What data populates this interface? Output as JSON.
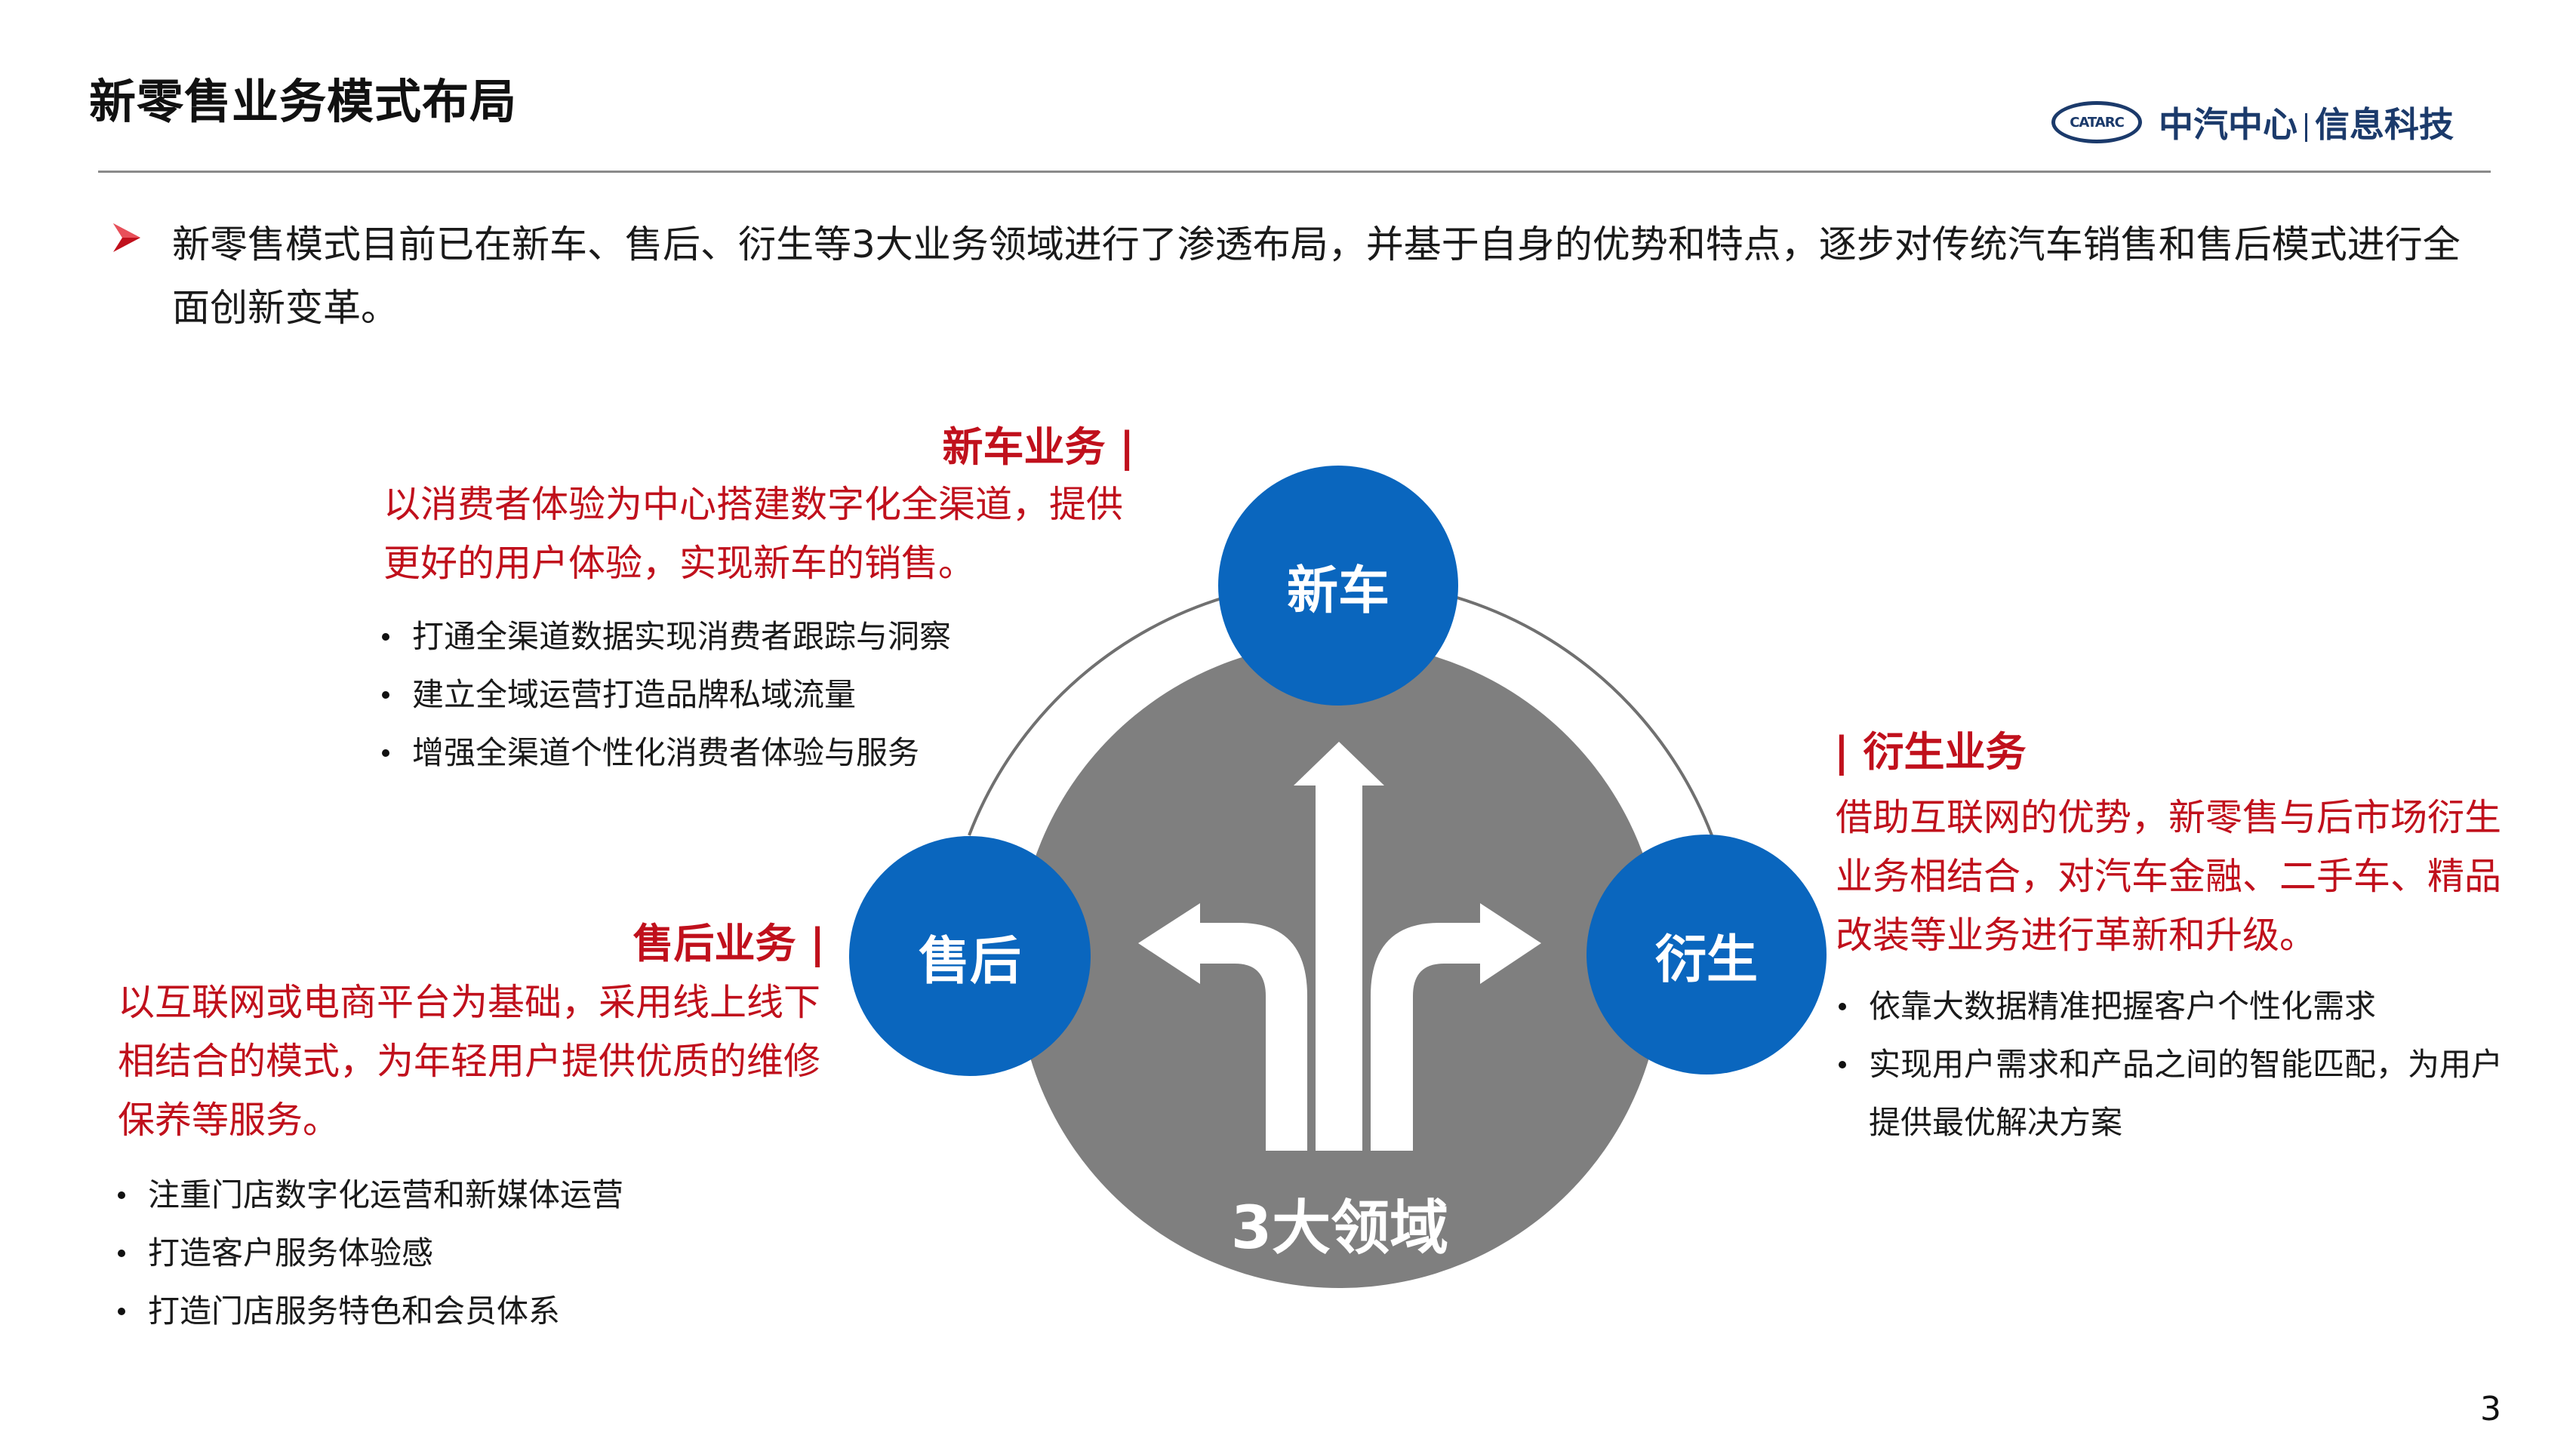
{
  "header": {
    "title": "新零售业务模式布局",
    "logo": {
      "emblem": "CATARC",
      "org": "中汽中心",
      "dept": "信息科技",
      "brand_color": "#1b3a6b"
    }
  },
  "intro": {
    "bullet_icon": "red-arrowhead-icon",
    "text": "新零售模式目前已在新车、售后、衍生等3大业务领域进行了渗透布局，并基于自身的优势和特点，逐步对传统汽车销售和售后模式进行全面创新变革。"
  },
  "diagram": {
    "center_label": "3大领域",
    "nodes": [
      {
        "id": "new-car",
        "label": "新车"
      },
      {
        "id": "after-sales",
        "label": "售后"
      },
      {
        "id": "derivative",
        "label": "衍生"
      }
    ],
    "colors": {
      "node": "#0a66be",
      "core": "#7f7f7f",
      "ring": "#707070",
      "arrows": "#ffffff"
    }
  },
  "sections": {
    "new_car": {
      "heading": "新车业务 |",
      "description": "以消费者体验为中心搭建数字化全渠道，提供更好的用户体验，实现新车的销售。",
      "bullets": [
        "打通全渠道数据实现消费者跟踪与洞察",
        "建立全域运营打造品牌私域流量",
        "增强全渠道个性化消费者体验与服务"
      ]
    },
    "after_sales": {
      "heading": "售后业务 |",
      "description": "以互联网或电商平台为基础，采用线上线下相结合的模式，为年轻用户提供优质的维修保养等服务。",
      "bullets": [
        "注重门店数字化运营和新媒体运营",
        "打造客户服务体验感",
        "打造门店服务特色和会员体系"
      ]
    },
    "derivative": {
      "heading": "| 衍生业务",
      "description": "借助互联网的优势，新零售与后市场衍生业务相结合，对汽车金融、二手车、精品改装等业务进行革新和升级。",
      "bullets": [
        "依靠大数据精准把握客户个性化需求",
        "实现用户需求和产品之间的智能匹配，为用户提供最优解决方案"
      ]
    }
  },
  "footer": {
    "page_number": "3"
  },
  "colors": {
    "accent_red": "#c0101c",
    "divider": "#8a8a8a"
  }
}
